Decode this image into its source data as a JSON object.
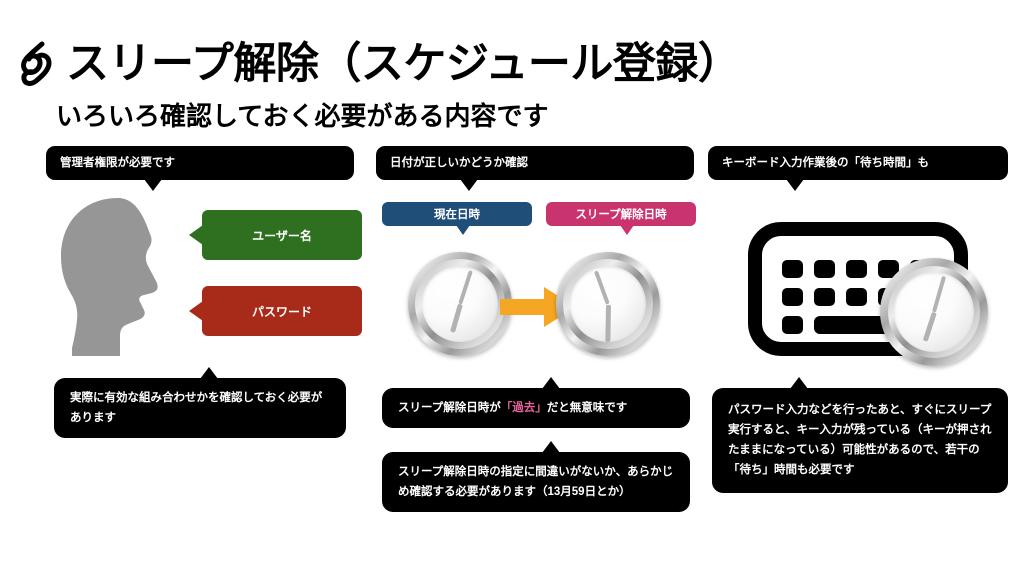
{
  "slide": {
    "title": "スリープ解除（スケジュール登録）",
    "subtitle": "いろいろ確認しておく必要がある内容です",
    "title_glyph_icon": "sleep-wake-glyph-icon"
  },
  "colors": {
    "green": "#2E7020",
    "red": "#A82B1A",
    "blue": "#1F4E79",
    "pink": "#C9336E",
    "orange": "#F5A623",
    "callout_bg": "#000000",
    "silhouette": "#969696",
    "highlight_pink": "#E2649A"
  },
  "panels": {
    "left": {
      "header": "管理者権限が必要です",
      "silhouette_icon": "head-profile-silhouette-icon",
      "fields": [
        {
          "label": "ユーザー名",
          "color": "#2E7020",
          "name": "username"
        },
        {
          "label": "パスワード",
          "color": "#A82B1A",
          "name": "password"
        }
      ],
      "note": "実際に有効な組み合わせかを確認しておく必要があります"
    },
    "middle": {
      "header": "日付が正しいかどうか確認",
      "tags": [
        {
          "label": "現在日時",
          "color": "#1F4E79",
          "name": "current-datetime"
        },
        {
          "label": "スリープ解除日時",
          "color": "#C9336E",
          "name": "wake-datetime"
        }
      ],
      "arrow_icon": "right-arrow-icon",
      "clock_now_icon": "clock-icon",
      "clock_wake_icon": "clock-icon",
      "notes": [
        {
          "pre": "スリープ解除日時が",
          "highlight": "「過去」",
          "post": "だと無意味です"
        },
        {
          "text": "スリープ解除日時の指定に間違いがないか、あらかじめ確認する必要があります（13月59日とか）"
        }
      ]
    },
    "right": {
      "header": "キーボード入力作業後の「待ち時間」も",
      "keyboard_icon": "keyboard-icon",
      "clock_icon": "clock-icon",
      "note": "パスワード入力などを行ったあと、すぐにスリープ実行すると、キー入力が残っている（キーが押されたままになっている）可能性があるので、若干の「待ち」時間も必要です"
    }
  }
}
